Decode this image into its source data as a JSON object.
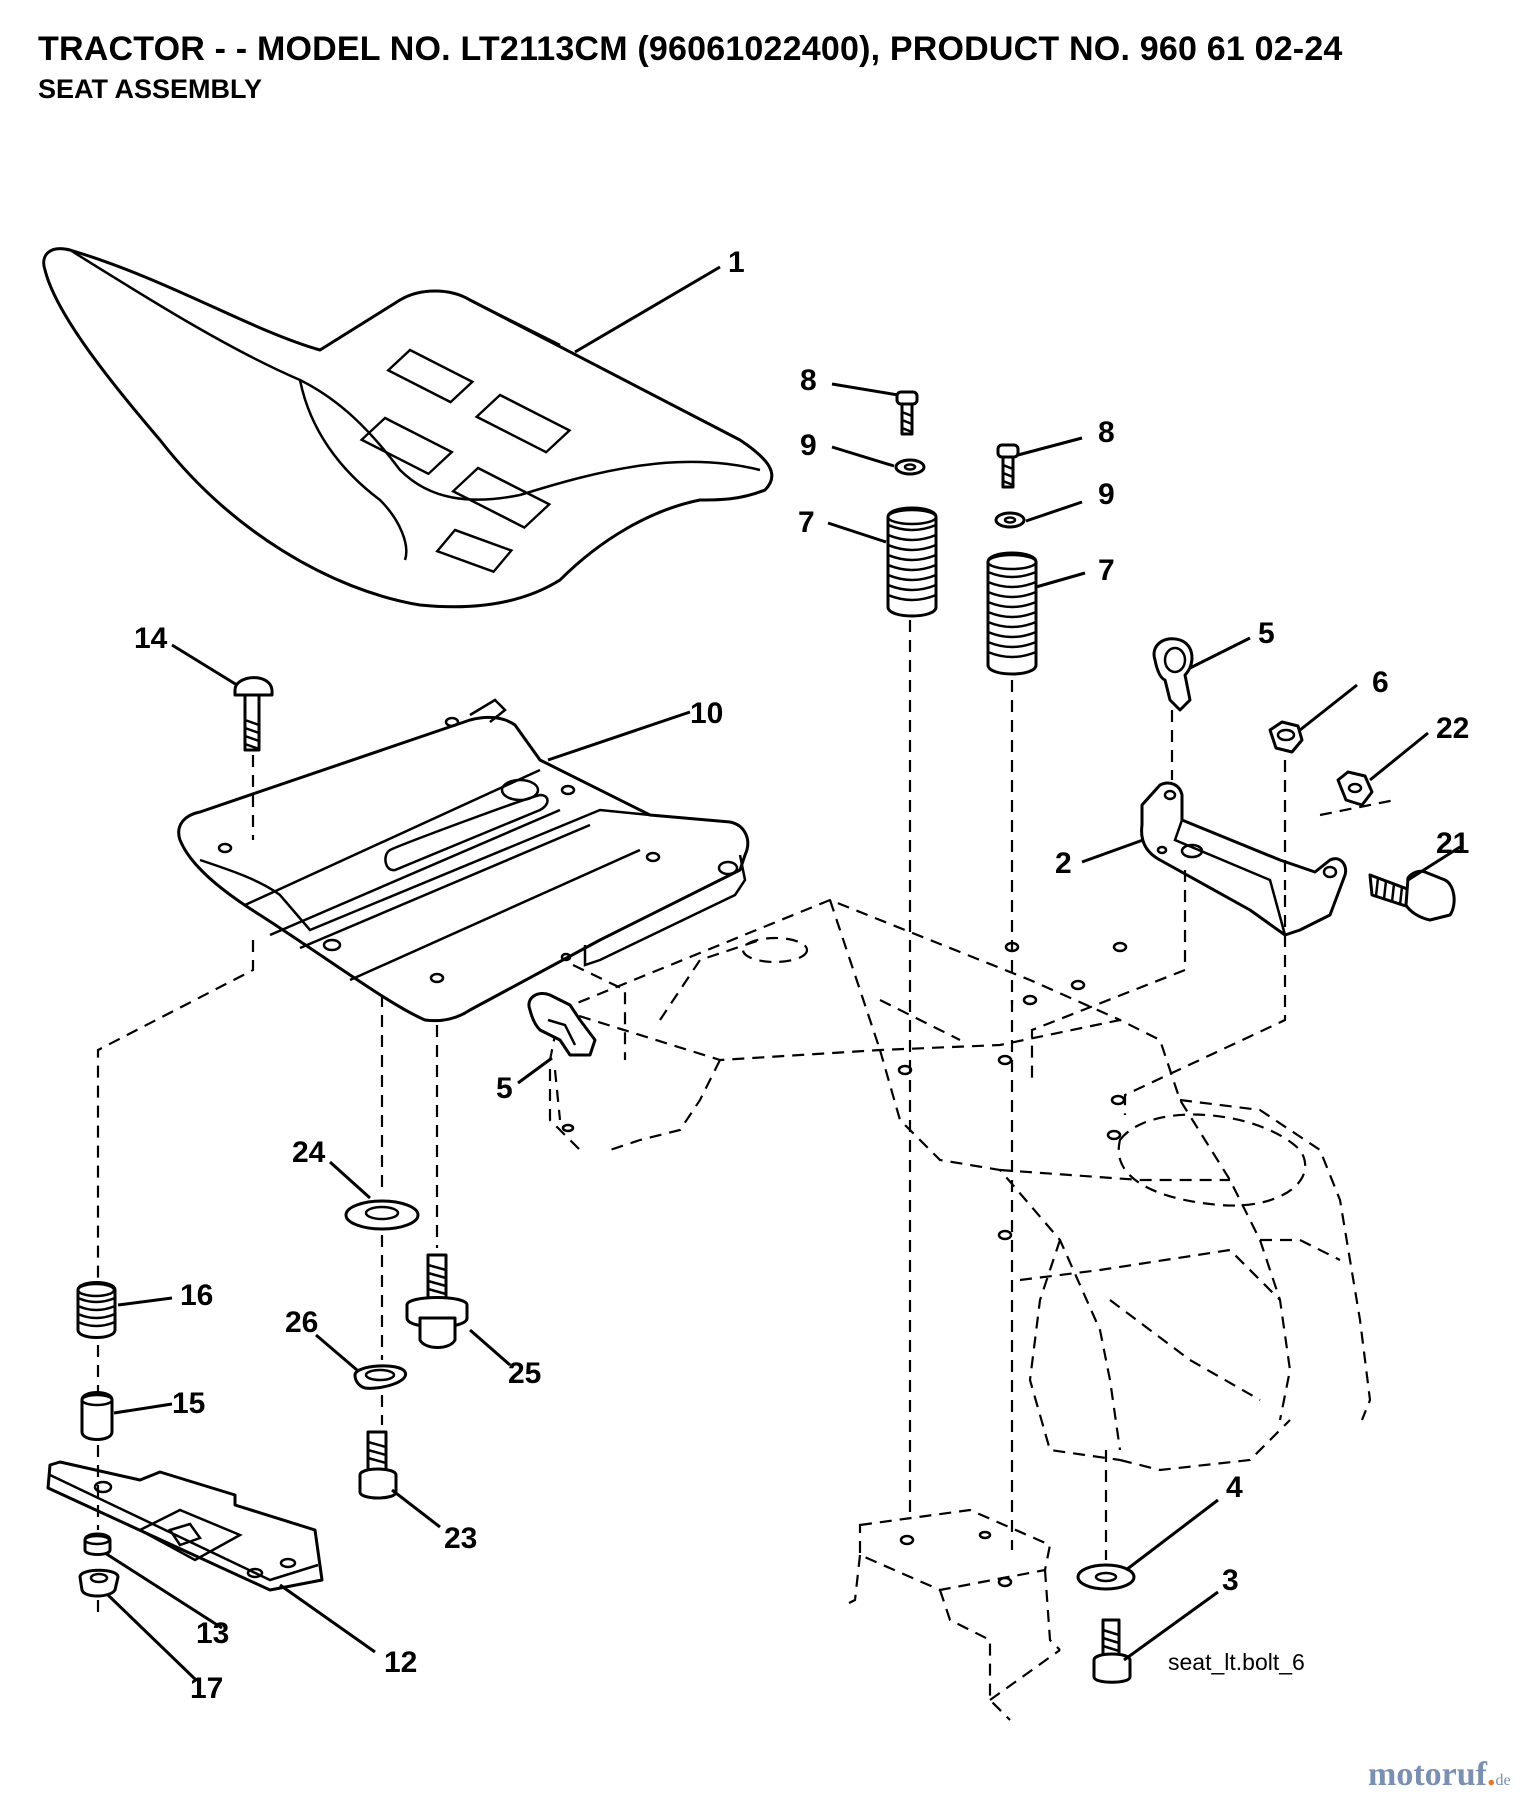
{
  "header": {
    "title": "TRACTOR - - MODEL NO. LT2113CM (96061022400), PRODUCT NO. 960 61 02-24",
    "subtitle": "SEAT ASSEMBLY"
  },
  "callouts": [
    "1",
    "8",
    "9",
    "7",
    "8",
    "9",
    "7",
    "14",
    "10",
    "5",
    "6",
    "22",
    "2",
    "21",
    "5",
    "24",
    "16",
    "26",
    "25",
    "15",
    "23",
    "4",
    "3",
    "13",
    "12",
    "17"
  ],
  "drawing_id": "seat_lt.bolt_6",
  "watermark": {
    "main": "motoruf",
    "dot": ".",
    "suffix": "de"
  },
  "colors": {
    "line": "#000000",
    "background": "#ffffff",
    "watermark": "#7b8fb3",
    "watermark_accent": "#e07a2a"
  }
}
